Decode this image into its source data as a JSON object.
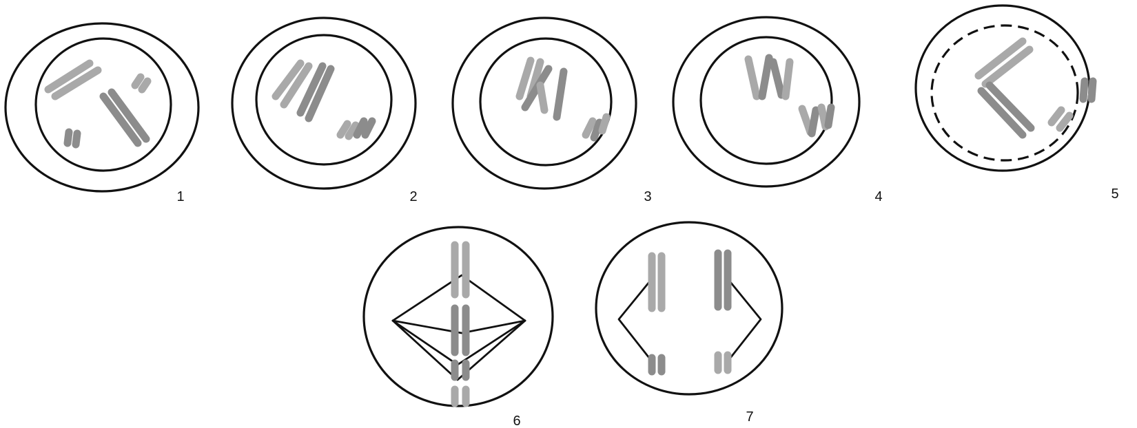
{
  "labels": {
    "stage_1": "1",
    "stage_2": "2",
    "stage_3": "3",
    "stage_4": "4",
    "stage_5": "5",
    "stage_6": "6",
    "stage_7": "7"
  },
  "colors": {
    "outline": "#111111",
    "chromosome_light": "#a9a9a9",
    "chromosome_dark": "#8c8c8c",
    "background": "#ffffff"
  }
}
